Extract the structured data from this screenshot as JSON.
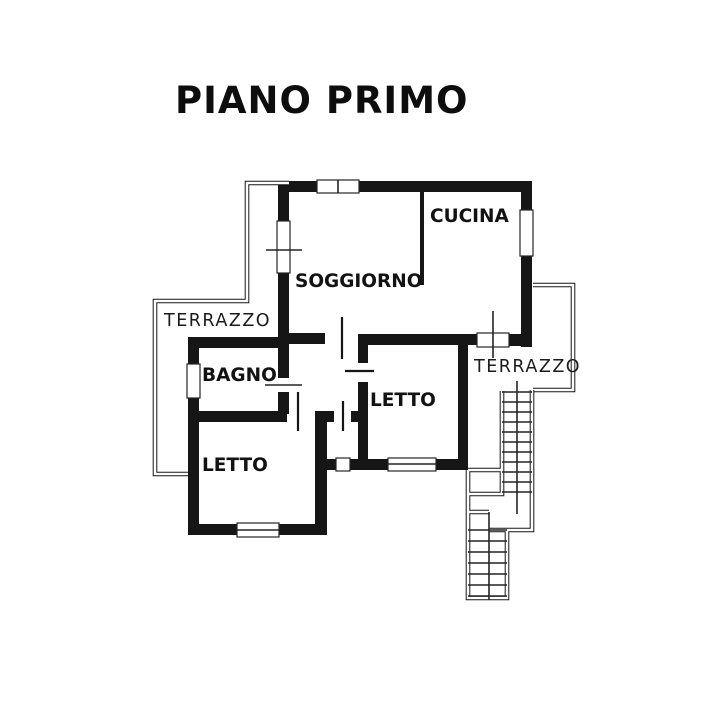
{
  "title": "PIANO PRIMO",
  "rooms": {
    "kitchen": "CUCINA",
    "living_room": "SOGGIORNO",
    "bathroom": "BAGNO",
    "bedroom_left": "LETTO",
    "bedroom_right": "LETTO",
    "terrace_left": "TERRAZZO",
    "terrace_right": "TERRAZZO"
  },
  "colors": {
    "wall": "#161616",
    "line": "#242424",
    "background": "#ffffff"
  }
}
